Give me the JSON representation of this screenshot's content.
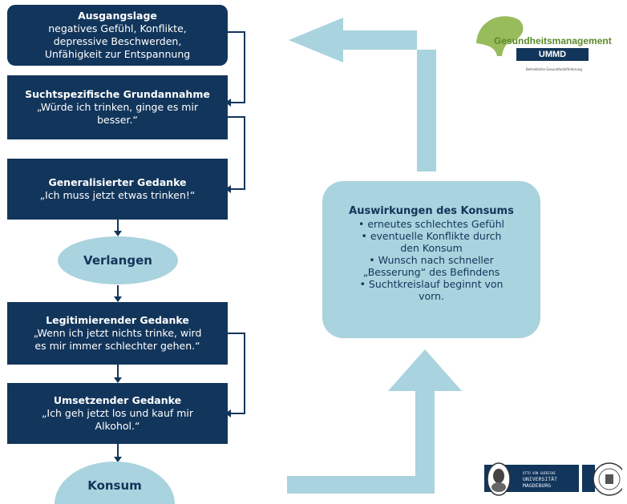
{
  "flow": {
    "ausgangslage": {
      "title": "Ausgangslage",
      "line1": "negatives Gefühl,  Konflikte,",
      "line2": "depressive Beschwerden,",
      "line3": "Unfähigkeit zur Entspannung"
    },
    "grundannahme": {
      "title": "Suchtspezifische Grundannahme",
      "line1": "„Würde ich trinken, ginge es mir",
      "line2": "besser.“"
    },
    "generalisiert": {
      "title": "Generalisierter Gedanke",
      "line1": "„Ich muss jetzt etwas trinken!“"
    },
    "verlangen": "Verlangen",
    "legitimierend": {
      "title": "Legitimierender Gedanke",
      "line1": "„Wenn ich jetzt nichts trinke, wird",
      "line2": "es mir immer schlechter gehen.“"
    },
    "umsetzend": {
      "title": "Umsetzender Gedanke",
      "line1": "„Ich geh jetzt los und kauf mir",
      "line2": "Alkohol.“"
    },
    "konsum": "Konsum"
  },
  "effects": {
    "title": "Auswirkungen des Konsums",
    "items": [
      "•  erneutes schlechtes Gefühl",
      "•  eventuelle Konflikte durch",
      "den Konsum",
      "•  Wunsch nach schneller",
      "„Besserung“ des Befindens",
      "•  Suchtkreislauf beginnt von",
      "vorn."
    ]
  },
  "logos": {
    "gm_text": "Gesundheitsmanagement",
    "gm_badge": "UMMD",
    "gm_sub": "Betriebliche Gesundheitsförderung",
    "um_line1": "OTTO VON GUERICKE",
    "um_line2": "UNIVERSITÄT",
    "um_line3": "MAGDEBURG"
  },
  "colors": {
    "dark_box": "#12355b",
    "light": "#a9d3de",
    "connector": "#12355b"
  }
}
